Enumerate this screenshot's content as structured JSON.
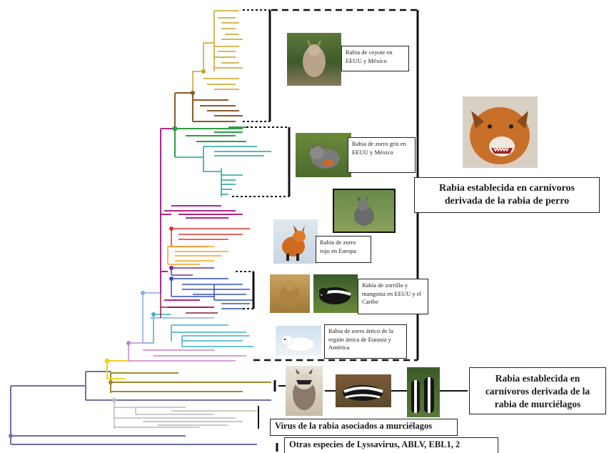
{
  "labels": {
    "coyote": "Rabia de coyote en EEUU y México",
    "gray_fox": "Rabia de zorro gris en EEUU y México",
    "red_fox": "Rabia de zorro rojo en Europa",
    "skunk_mongoose": "Rabia de zorrillo y mangosta en EEUU y el Caribe",
    "arctic_fox": "Rabia de zorro ártico de la región ártica de Eurasia y América",
    "dog_derived": "Rabia establecida en carnívoros derivada de la rabia de perro",
    "bat_derived": "Rabia establecida en carnívoros derivada de la rabia de murciélagos",
    "bat_viruses": "Virus de la rabia asociados a murciélagos",
    "other_lyssa": "Otras especies de Lyssavirus, ABLV, EBL1, 2"
  },
  "photos": {
    "coyote": "coyote-photo",
    "gray_fox": "gray-fox-photo",
    "dog": "snarling-dog-photo",
    "gray_fox_2": "gray-fox-sitting-photo",
    "red_fox": "red-fox-photo",
    "mongoose": "mongoose-photo",
    "skunk": "skunk-photo",
    "arctic_fox": "arctic-fox-photo",
    "raccoon": "raccoon-photo",
    "skunk_2": "striped-skunk-photo",
    "skunks_3": "skunk-family-photo"
  },
  "clade_colors": {
    "coyote": "#c9a227",
    "coyote_dark": "#8b5a2b",
    "gray_fox": "#2e9e45",
    "gray_fox_teal": "#22a39a",
    "magenta": "#b0258f",
    "red": "#e0322b",
    "orange": "#f0a020",
    "purple": "#7a2a8c",
    "blue": "#3050c0",
    "dark_red": "#8a1c3a",
    "cyan": "#3ab0c8",
    "lilac": "#c880c8",
    "yellow": "#f0d020",
    "olive": "#a08a2a",
    "gray": "#b8b8b8",
    "root": "#7070a8",
    "light_blue": "#88a8e0"
  }
}
